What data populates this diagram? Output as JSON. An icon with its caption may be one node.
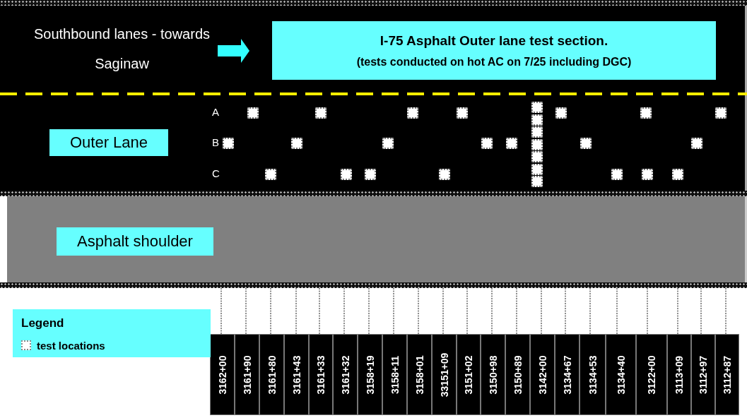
{
  "diagram": {
    "nodes": [
      {
        "text": [
          "Southbound lanes - towards Saginaw"
        ]
      },
      {
        "text": [
          "I-75 Asphalt Outer lane test section.",
          "(tests conducted on hot AC on 7/25 including DGC)"
        ]
      },
      {
        "text": [
          "Outer Lane"
        ]
      },
      {
        "text": [
          "Asphalt shoulder"
        ]
      },
      {
        "text": [
          "3162+00"
        ]
      },
      {
        "text": [
          "3161+90"
        ]
      },
      {
        "text": [
          "3161+80"
        ]
      },
      {
        "text": [
          "3161+43"
        ]
      },
      {
        "text": [
          "3161+33"
        ]
      },
      {
        "text": [
          "3161+32"
        ]
      },
      {
        "text": [
          "3158+19"
        ]
      },
      {
        "text": [
          "3158+11"
        ]
      },
      {
        "text": [
          "3158+01"
        ]
      },
      {
        "text": [
          "33151+09"
        ]
      },
      {
        "text": [
          "3151+02"
        ]
      },
      {
        "text": [
          "3150+98"
        ]
      },
      {
        "text": [
          "3150+89"
        ]
      },
      {
        "text": [
          "3142+00"
        ]
      },
      {
        "text": [
          "3134+67"
        ]
      },
      {
        "text": [
          "3134+53"
        ]
      },
      {
        "text": [
          "3134+40"
        ]
      },
      {
        "text": [
          "3122+00"
        ]
      },
      {
        "text": [
          "3113+09"
        ]
      },
      {
        "text": [
          "3112+97"
        ]
      },
      {
        "text": [
          "3112+87"
        ]
      }
    ],
    "edges": [
      {
        "from": 0,
        "to": 1,
        "arrow": "to",
        "style": "thick",
        "color": "#33ffff"
      },
      {
        "from": 4,
        "to": null,
        "arrow": "none",
        "style": "dashed"
      },
      {
        "from": 5,
        "to": null,
        "arrow": "none",
        "style": "dashed"
      },
      {
        "from": 6,
        "to": null,
        "arrow": "none",
        "style": "dashed"
      },
      {
        "from": 7,
        "to": null,
        "arrow": "none",
        "style": "dashed"
      },
      {
        "from": 8,
        "to": null,
        "arrow": "none",
        "style": "dashed"
      },
      {
        "from": 9,
        "to": null,
        "arrow": "none",
        "style": "dashed"
      },
      {
        "from": 10,
        "to": null,
        "arrow": "none",
        "style": "dashed"
      },
      {
        "from": 11,
        "to": null,
        "arrow": "none",
        "style": "dashed"
      },
      {
        "from": 12,
        "to": null,
        "arrow": "none",
        "style": "dashed"
      },
      {
        "from": 13,
        "to": null,
        "arrow": "none",
        "style": "dashed"
      },
      {
        "from": 14,
        "to": null,
        "arrow": "none",
        "style": "dashed"
      },
      {
        "from": 15,
        "to": null,
        "arrow": "none",
        "style": "dashed"
      },
      {
        "from": 16,
        "to": null,
        "arrow": "none",
        "style": "dashed"
      },
      {
        "from": 17,
        "to": null,
        "arrow": "none",
        "style": "dashed"
      },
      {
        "from": 18,
        "to": null,
        "arrow": "none",
        "style": "dashed"
      },
      {
        "from": 19,
        "to": null,
        "arrow": "none",
        "style": "dashed"
      },
      {
        "from": 20,
        "to": null,
        "arrow": "none",
        "style": "dashed"
      },
      {
        "from": 21,
        "to": null,
        "arrow": "none",
        "style": "dashed"
      },
      {
        "from": 22,
        "to": null,
        "arrow": "none",
        "style": "dashed"
      },
      {
        "from": 23,
        "to": null,
        "arrow": "none",
        "style": "dashed"
      },
      {
        "from": 24,
        "to": null,
        "arrow": "none",
        "style": "dashed"
      }
    ],
    "labels": [
      "A",
      "B",
      "C",
      "Legend"
    ],
    "legend": [
      {
        "text": "test locations"
      }
    ]
  }
}
